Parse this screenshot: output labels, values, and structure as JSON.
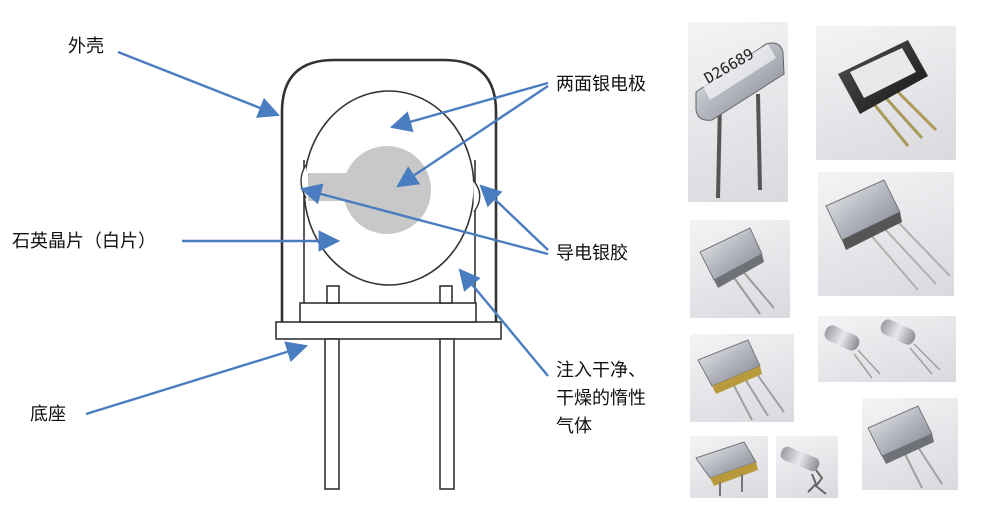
{
  "colors": {
    "arrow": "#4a7cc0",
    "outline": "#333333",
    "electrode": "#c8c8c8"
  },
  "labels": {
    "shell": "外壳",
    "electrodes": "两面银电极",
    "quartz": "石英晶片（白片）",
    "silver_glue": "导电银胶",
    "base": "底座",
    "gas_line1": "注入干净、",
    "gas_line2": "干燥的惰性",
    "gas_line3": "气体"
  },
  "photos": {
    "crystal_marking": "D26689"
  }
}
